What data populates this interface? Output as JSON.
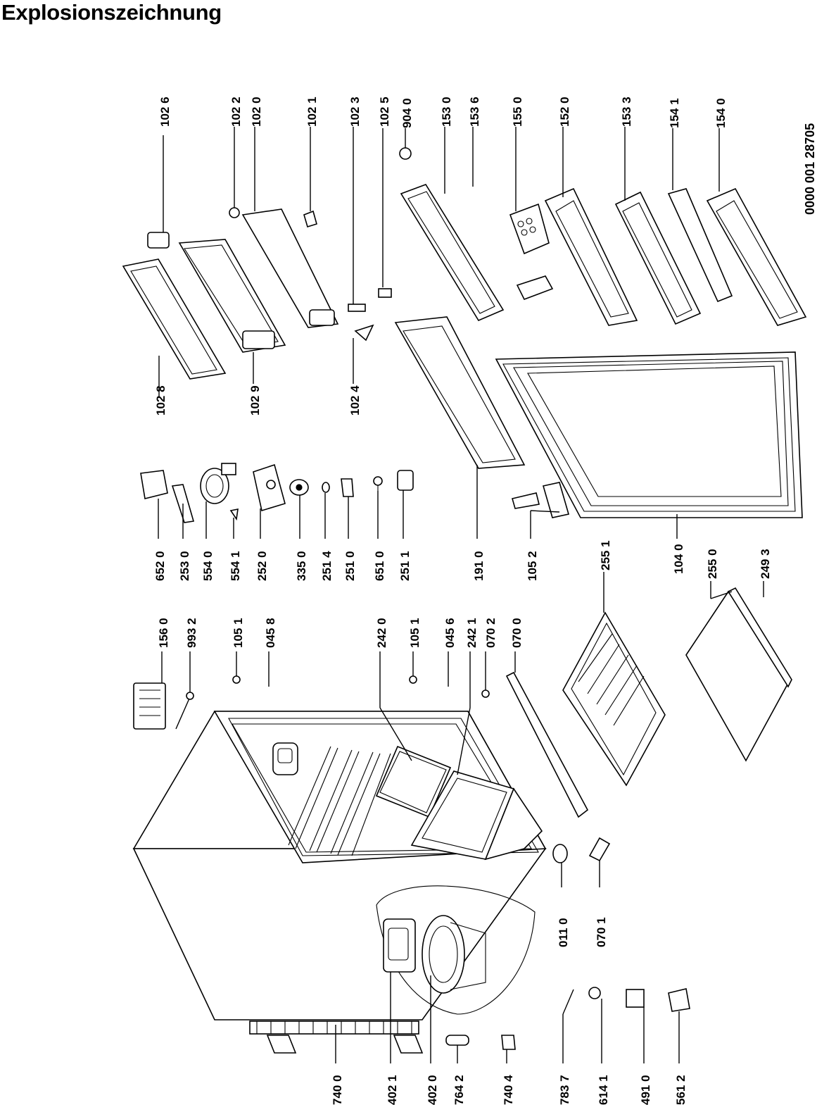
{
  "title": "Explosionszeichnung",
  "doc_number": "0000 001 28705",
  "part_labels": [
    "102 6",
    "102 2",
    "102 0",
    "102 1",
    "102 3",
    "102 5",
    "904 0",
    "153 0",
    "153 6",
    "155 0",
    "152 0",
    "153 3",
    "154 1",
    "154 0",
    "102 8",
    "102 9",
    "102 4",
    "652 0",
    "253 0",
    "554 0",
    "554 1",
    "252 0",
    "335 0",
    "251 4",
    "251 0",
    "651 0",
    "251 1",
    "191 0",
    "105 2",
    "104 0",
    "156 0",
    "993 2",
    "105 1",
    "045 8",
    "242 0",
    "105 1",
    "045 6",
    "242 1",
    "070 2",
    "070 0",
    "255 1",
    "255 0",
    "249 3",
    "740 0",
    "402 1",
    "402 0",
    "764 2",
    "740 4",
    "783 7",
    "614 1",
    "491 0",
    "561 2",
    "011 0",
    "070 1"
  ]
}
